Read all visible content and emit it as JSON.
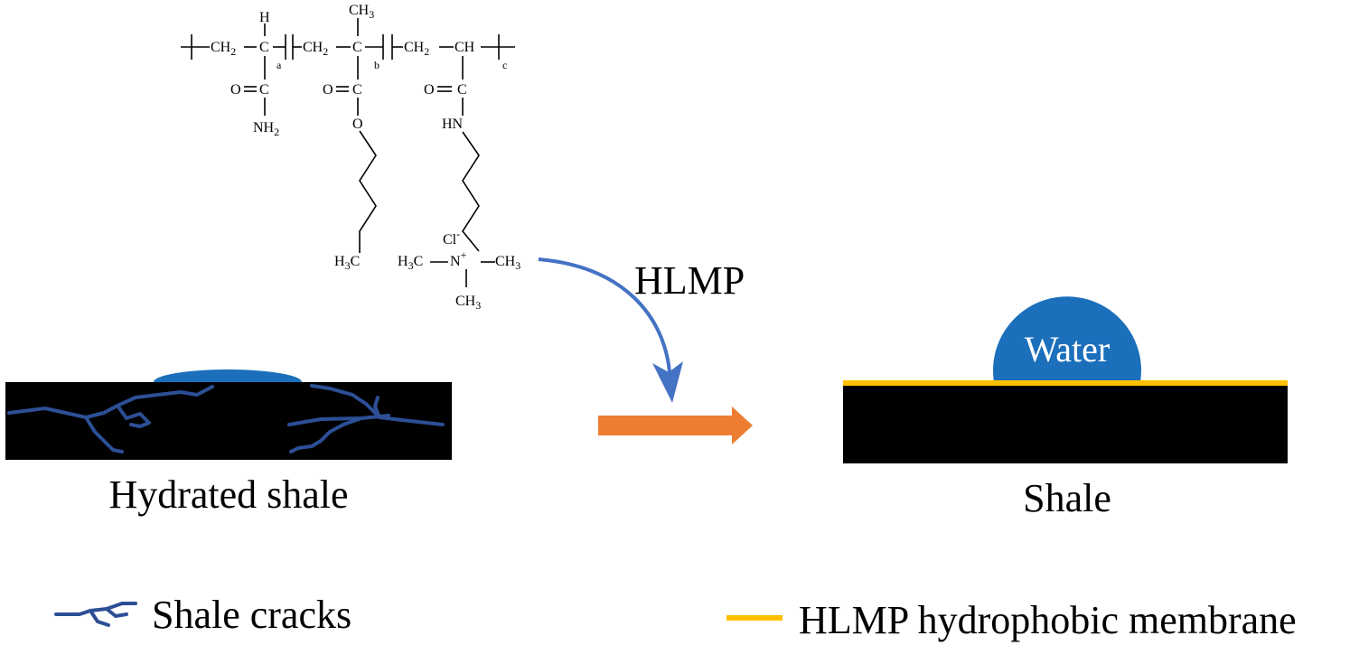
{
  "colors": {
    "crack": "#2c4f95",
    "water": "#1c6fbb",
    "membrane": "#ffc000",
    "process_arrow": "#ed7d31",
    "curve_arrow": "#4472c4",
    "shale": "#000000"
  },
  "structure": {
    "unit_a": {
      "ch2": "CH",
      "ch2_sub": "2",
      "ch": "C",
      "h": "H",
      "subscript": "a",
      "carbonyl_o": "O",
      "carbonyl_c": "C",
      "nh2": "NH",
      "nh2_sub": "2"
    },
    "unit_b": {
      "ch2": "CH",
      "ch2_sub": "2",
      "c": "C",
      "ch3": "CH",
      "ch3_sub": "3",
      "subscript": "b",
      "carbonyl_o": "O",
      "carbonyl_c": "C",
      "ester_o": "O",
      "h3c": "H",
      "h3c_sub": "3",
      "h3c_c": "C"
    },
    "unit_c": {
      "ch2": "CH",
      "ch2_sub": "2",
      "ch": "CH",
      "subscript": "c",
      "carbonyl_o": "O",
      "carbonyl_c": "C",
      "hn": "HN",
      "cl": "Cl",
      "cl_charge": "-",
      "n": "N",
      "n_charge": "+",
      "left_methyl": "H",
      "left_methyl_sub": "3",
      "left_methyl_c": "C",
      "right_methyl": "CH",
      "right_methyl_sub": "3",
      "bottom_methyl": "CH",
      "bottom_methyl_sub": "3"
    }
  },
  "labels": {
    "reagent": "HLMP",
    "water": "Water",
    "hydrated_shale": "Hydrated shale",
    "shale": "Shale"
  },
  "legend": {
    "cracks": "Shale cracks",
    "membrane": "HLMP hydrophobic membrane"
  }
}
